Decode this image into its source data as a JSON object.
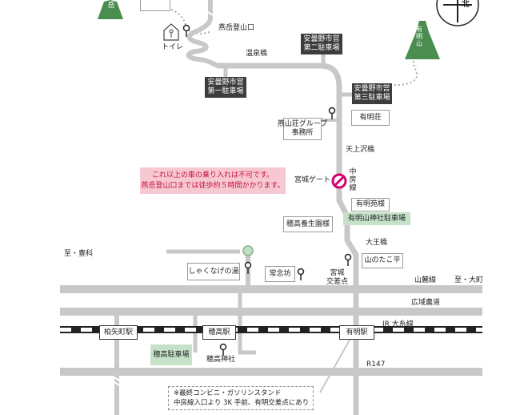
{
  "mountains": {
    "tsubakuro": "岳",
    "ariake": "有明山"
  },
  "compass": "北",
  "labels": {
    "toilet": "トイレ",
    "trailhead": "燕岳登山口",
    "onsen_bridge": "温泉橋",
    "tsubakuro_group_office": [
      "燕山荘グループ",
      "事務所"
    ],
    "tenjosawa_bridge": "天上沢橋",
    "miyagi_gate": "宮城ゲート",
    "nakabusa_line": "中房線",
    "daio_bridge": "大王橋",
    "to_toyoshina": "至・豊科",
    "to_omachi": "至・大町",
    "sanroku_line": "山麓線",
    "koiki_road": "広域農道",
    "miyagi_intersection": [
      "宮城",
      "交差点"
    ],
    "jr_line": "JR 大糸線",
    "r147": "R147",
    "hotaka_shrine": "穂高神社"
  },
  "parking": {
    "p1": [
      "安曇野市営",
      "第一駐車場"
    ],
    "p2": [
      "安曇野市営",
      "第二駐車場"
    ],
    "p3": [
      "安曇野市営",
      "第三駐車場"
    ],
    "ariakeyama_shrine": "有明山神社駐車場",
    "hotaka": "穂高駐車場"
  },
  "facilities": {
    "ariakeso": "有明荘",
    "ariakeen": "有明苑様",
    "hotaka_yoseien": "穂高養生園様",
    "yamanotakodaira": "山のたこ平",
    "shakunage": "しゃくなげの湯",
    "jonenbo": "常念坊"
  },
  "stations": {
    "kashiwayacho": "柏矢町駅",
    "hotaka": "穂高駅",
    "ariake": "有明駅"
  },
  "warning": [
    "これ以上の車の乗り入れは不可です。",
    "燕岳登山口までは徒歩約５時間かかります。"
  ],
  "note": [
    "※最終コンビニ・ガソリンスタンド",
    "中房線入口より 3K 手前、有明交差点にあり"
  ],
  "colors": {
    "road": "#c8c8c8",
    "road_edge": "#ffffff",
    "mountain": "#4a8d4f",
    "parking_dark": "#3d3d3d",
    "parking_green": "#c5e2c9",
    "warning_bg": "#f6c9d2",
    "warning_text": "#c8103c",
    "gate": "#d6006f"
  }
}
